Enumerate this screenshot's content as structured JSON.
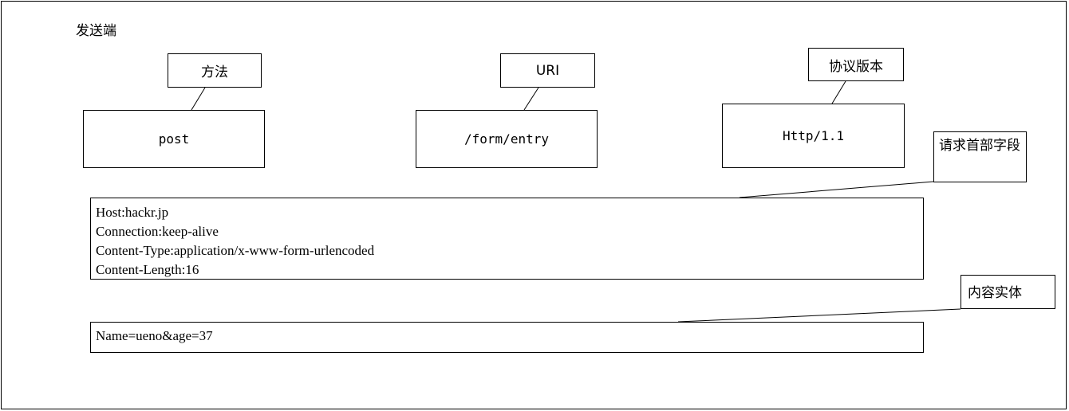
{
  "diagram": {
    "title": "发送端",
    "request_line": {
      "method": {
        "tag": "方法",
        "value": "post"
      },
      "uri": {
        "tag": "URI",
        "value": "/form/entry"
      },
      "version": {
        "tag": "协议版本",
        "value": "Http/1.1"
      }
    },
    "headers": {
      "tag": "请求首部字段",
      "lines": [
        "Host:hackr.jp",
        "Connection:keep-alive",
        "Content-Type:application/x-www-form-urlencoded",
        "Content-Length:16"
      ]
    },
    "body": {
      "tag": "内容实体",
      "value": "Name=ueno&age=37"
    }
  }
}
